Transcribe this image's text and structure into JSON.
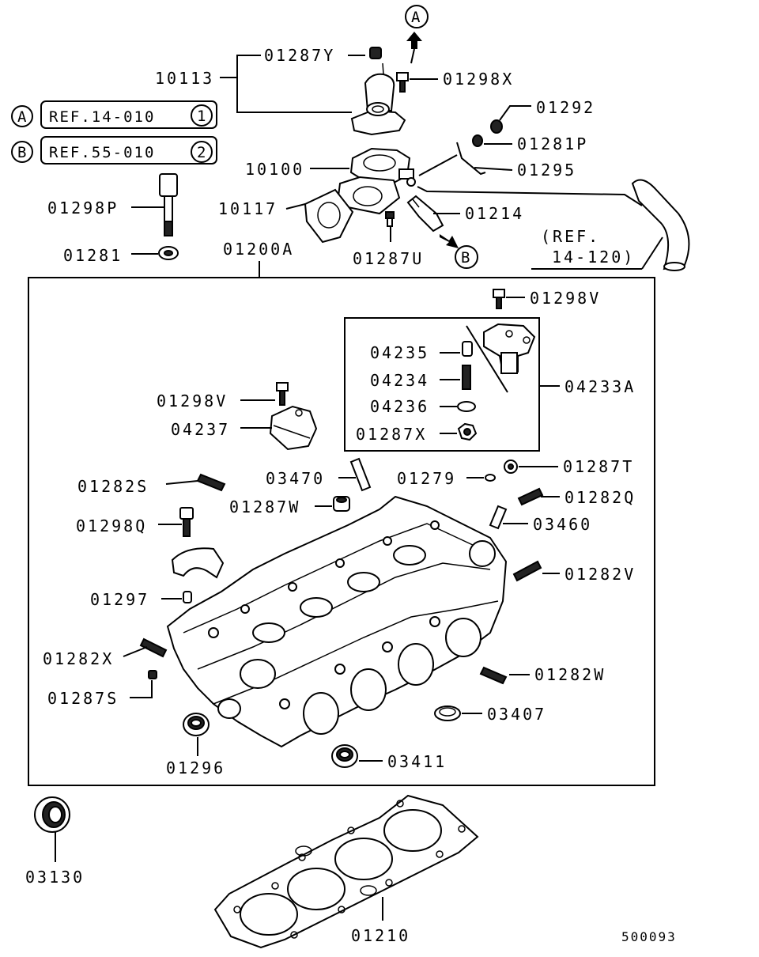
{
  "diagram": {
    "frame_label": "01200A",
    "code": "500093",
    "callouts": {
      "c10113": "10113",
      "c01287Y": "01287Y",
      "c01298X": "01298X",
      "c01292": "01292",
      "c01281P": "01281P",
      "c01295": "01295",
      "c10100": "10100",
      "c10117": "10117",
      "c01214": "01214",
      "c01287U": "01287U",
      "c01298P": "01298P",
      "c01281": "01281",
      "c01298V_top": "01298V",
      "c04235": "04235",
      "c04234": "04234",
      "c04233A": "04233A",
      "c04236": "04236",
      "c01287X": "01287X",
      "c01298V_left": "01298V",
      "c04237": "04237",
      "c01287T": "01287T",
      "c01282S": "01282S",
      "c03470": "03470",
      "c01279": "01279",
      "c01282Q": "01282Q",
      "c01287W": "01287W",
      "c01298Q": "01298Q",
      "c03460": "03460",
      "c01282V": "01282V",
      "c01297": "01297",
      "c01282X": "01282X",
      "c01282W": "01282W",
      "c01287S": "01287S",
      "c03407": "03407",
      "c03411": "03411",
      "c01296": "01296",
      "c03130": "03130",
      "c01210": "01210"
    },
    "refs": {
      "a_letter": "A",
      "b_letter": "B",
      "a_text": "REF.14-010",
      "a_num": "1",
      "b_text": "REF.55-010",
      "b_num": "2",
      "hose_ref_line1": "(REF.",
      "hose_ref_line2": "14-120)"
    }
  }
}
